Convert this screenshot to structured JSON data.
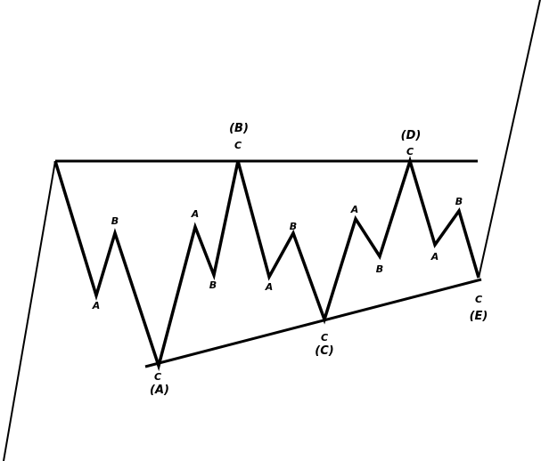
{
  "diagram": {
    "stroke_color": "#000000",
    "background": "#ffffff",
    "labels": {
      "p1": "A",
      "p2": "B",
      "p3": "C",
      "p3_big": "(A)",
      "p4": "A",
      "p5": "B",
      "p6": "C",
      "p6_big": "(B)",
      "p7": "A",
      "p8": "B",
      "p9": "C",
      "p9_big": "(C)",
      "p10": "A",
      "p11": "B",
      "p12": "C",
      "p12_big": "(D)",
      "p13": "A",
      "p14": "B",
      "p15": "C",
      "p15_big": "(E)"
    }
  }
}
